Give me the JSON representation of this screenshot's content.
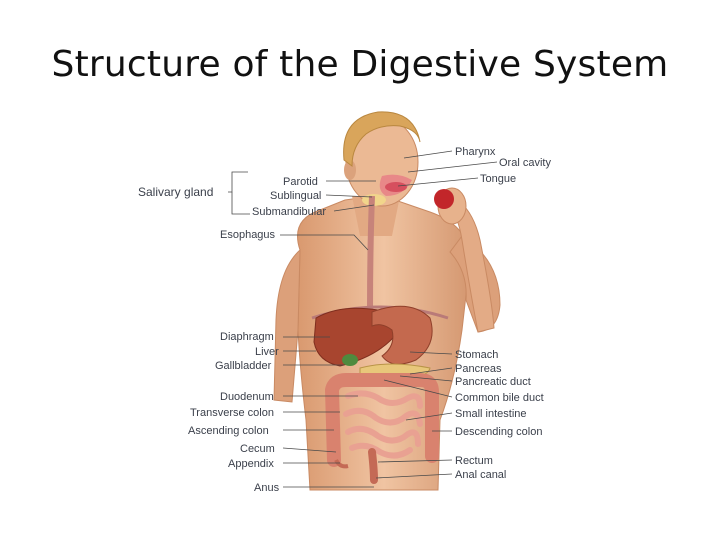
{
  "slide": {
    "title": "Structure of the Digestive System"
  },
  "labels": {
    "left": {
      "salivary_gland": "Salivary gland",
      "parotid": "Parotid",
      "sublingual": "Sublingual",
      "submandibular": "Submandibular",
      "esophagus": "Esophagus",
      "diaphragm": "Diaphragm",
      "liver": "Liver",
      "gallbladder": "Gallbladder",
      "duodenum": "Duodenum",
      "transverse_colon": "Transverse colon",
      "ascending_colon": "Ascending colon",
      "cecum": "Cecum",
      "appendix": "Appendix",
      "anus": "Anus"
    },
    "right": {
      "pharynx": "Pharynx",
      "oral_cavity": "Oral cavity",
      "tongue": "Tongue",
      "stomach": "Stomach",
      "pancreas": "Pancreas",
      "pancreatic_duct": "Pancreatic duct",
      "common_bile_duct": "Common bile duct",
      "small_intestine": "Small intestine",
      "descending_colon": "Descending colon",
      "rectum": "Rectum",
      "anal_canal": "Anal canal"
    }
  },
  "colors": {
    "skin": "#e8b48e",
    "hair": "#d9a55b",
    "liver": "#a8452f",
    "stomach": "#c4694e",
    "intestine": "#e9a192",
    "colon": "#d9826e",
    "pancreas": "#e8c77a"
  }
}
